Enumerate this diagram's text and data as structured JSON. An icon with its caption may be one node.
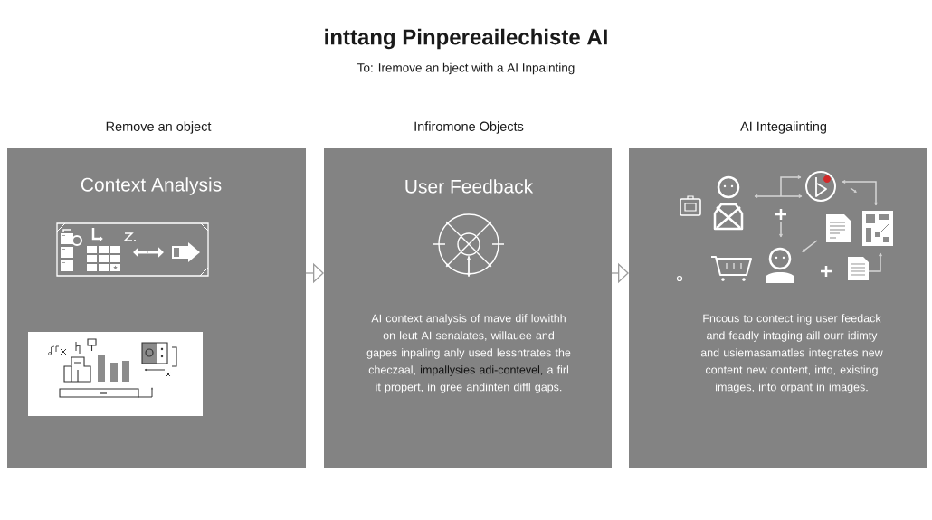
{
  "diagram": {
    "title": "inttang Pinpereailechiste AI",
    "nodes": [
      {
        "text": [
          "Remove an object",
          "Context Analysis"
        ]
      },
      {
        "text": [
          "Infiromone Objects",
          "User Feedback",
          "AI context analysis of mave dif lowithh on leut AI senalates, willauee and gapes inpaling anly used lessntrates the checzaal, **impallysies adi-contevel,** a firl it propert, in gree andinten diffl gaps."
        ]
      },
      {
        "text": [
          "AI Integaiinting",
          "Fncous to contect ing user feedack and feadly intaging aill ourr idimty and usiemasamatles integrates new content new content, into, existing images, into orpant in images."
        ]
      }
    ],
    "edges": [
      {
        "from": 0,
        "to": 1,
        "arrow": "to"
      },
      {
        "from": 1,
        "to": 2,
        "arrow": "to"
      }
    ],
    "labels": [
      "To: Iremove an bject with a AI Inpainting"
    ]
  }
}
